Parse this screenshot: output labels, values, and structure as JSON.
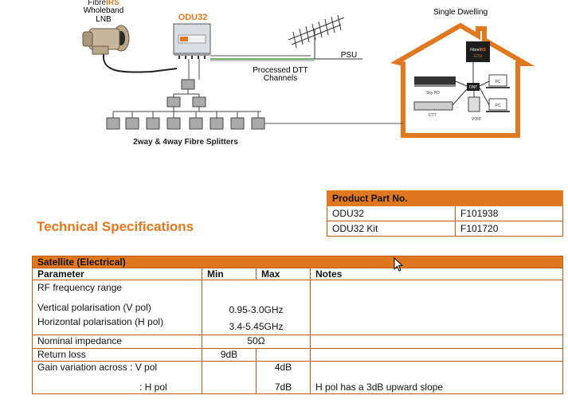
{
  "diagram": {
    "lnb_label_line1_a": "Fibre",
    "lnb_label_line1_b": "IRS",
    "lnb_label_line2": "Wholeband",
    "lnb_label_line3": "LNB",
    "odu_title": "ODU32",
    "dtt_label_line1": "Processed DTT",
    "dtt_label_line2": "Channels",
    "psu_label": "PSU",
    "splitters_caption": "2way & 4way Fibre Splitters",
    "dwelling_title": "Single Dwelling",
    "gtu_label_a": "Fibre",
    "gtu_label_b": "IRS",
    "gtu_label_c": "GTU",
    "skyhd_label": "Sky HD",
    "dtt_box_label": "DTT",
    "voip_label": "VOIP",
    "ont_label": "ONT",
    "pc1_label": "PC",
    "pc2_label": "PC",
    "accent_color": "#e07820"
  },
  "product_table": {
    "header": "Product Part No.",
    "rows": [
      {
        "name": "ODU32",
        "part": "F101938"
      },
      {
        "name": "ODU32  Kit",
        "part": "F101720"
      }
    ]
  },
  "tech_heading": "Technical Specifications",
  "spec_table": {
    "section": "Satellite (Electrical)",
    "headers": {
      "param": "Parameter",
      "min": "Min",
      "max": "Max",
      "notes": "Notes"
    },
    "rf_range": "RF frequency range",
    "vpol_label": "Vertical polarisation  (V pol)",
    "vpol_value": "0.95-3.0GHz",
    "hpol_label": "Horizontal polarisation (H pol)",
    "hpol_value": "3.4-5.45GHz",
    "impedance_label": "Nominal impedance",
    "impedance_value": "50Ω",
    "return_loss_label": "Return loss",
    "return_loss_min": "9dB",
    "gain_v_label": "Gain variation across : V pol",
    "gain_v_max": "4dB",
    "gain_h_label": ": H pol",
    "gain_h_max": "7dB",
    "gain_h_note": "H pol has a 3dB upward slope"
  }
}
